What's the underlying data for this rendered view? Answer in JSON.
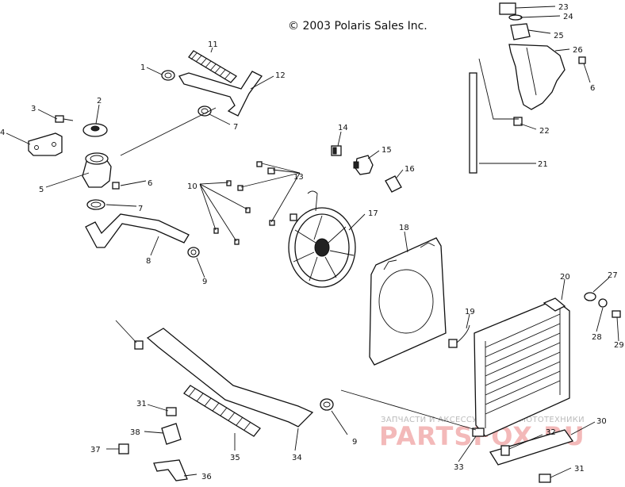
{
  "copyright": "© 2003 Polaris Sales Inc.",
  "watermark": {
    "line1": "ЗАПЧАСТИ И АКСЕССУАРЫ ДЛЯ МОТОТЕХНИКИ",
    "line2": "PARTSFOX.RU"
  },
  "callouts": {
    "c1": "1",
    "c2": "2",
    "c3": "3",
    "c4": "4",
    "c5": "5",
    "c6a": "6",
    "c6b": "6",
    "c7a": "7",
    "c7b": "7",
    "c8": "8",
    "c9a": "9",
    "c9b": "9",
    "c10": "10",
    "c11": "11",
    "c12": "12",
    "c13": "13",
    "c14": "14",
    "c15": "15",
    "c16": "16",
    "c17": "17",
    "c18": "18",
    "c19": "19",
    "c20": "20",
    "c21": "21",
    "c22": "22",
    "c23": "23",
    "c24": "24",
    "c25": "25",
    "c26": "26",
    "c27": "27",
    "c28": "28",
    "c29": "29",
    "c30": "30",
    "c31a": "31",
    "c31b": "31",
    "c32": "32",
    "c33": "33",
    "c34": "34",
    "c35": "35",
    "c36": "36",
    "c37": "37",
    "c38": "38"
  }
}
